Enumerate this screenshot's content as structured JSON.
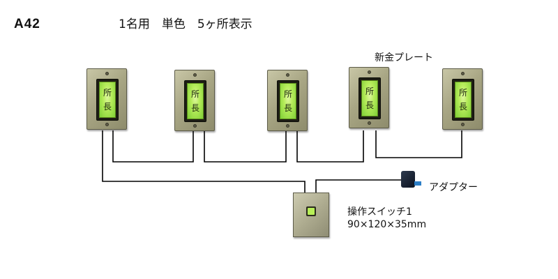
{
  "header": {
    "code": "A42",
    "title": "1名用　単色　5ヶ所表示"
  },
  "plates": {
    "label": "新金プレート",
    "items": [
      {
        "line1": "所",
        "line2": "長"
      },
      {
        "line1": "所",
        "line2": "長"
      },
      {
        "line1": "所",
        "line2": "長"
      },
      {
        "line1": "所",
        "line2": "長"
      },
      {
        "line1": "所",
        "line2": "長"
      }
    ]
  },
  "switch": {
    "name": "操作スイッチ1",
    "size": "90×120×35mm"
  },
  "adapter": {
    "label": "アダプター"
  },
  "colors": {
    "lamp": "#b6ec5a",
    "plate": "#a8a684",
    "wire": "#000000",
    "adapter_tip": "#2d7fc7"
  }
}
